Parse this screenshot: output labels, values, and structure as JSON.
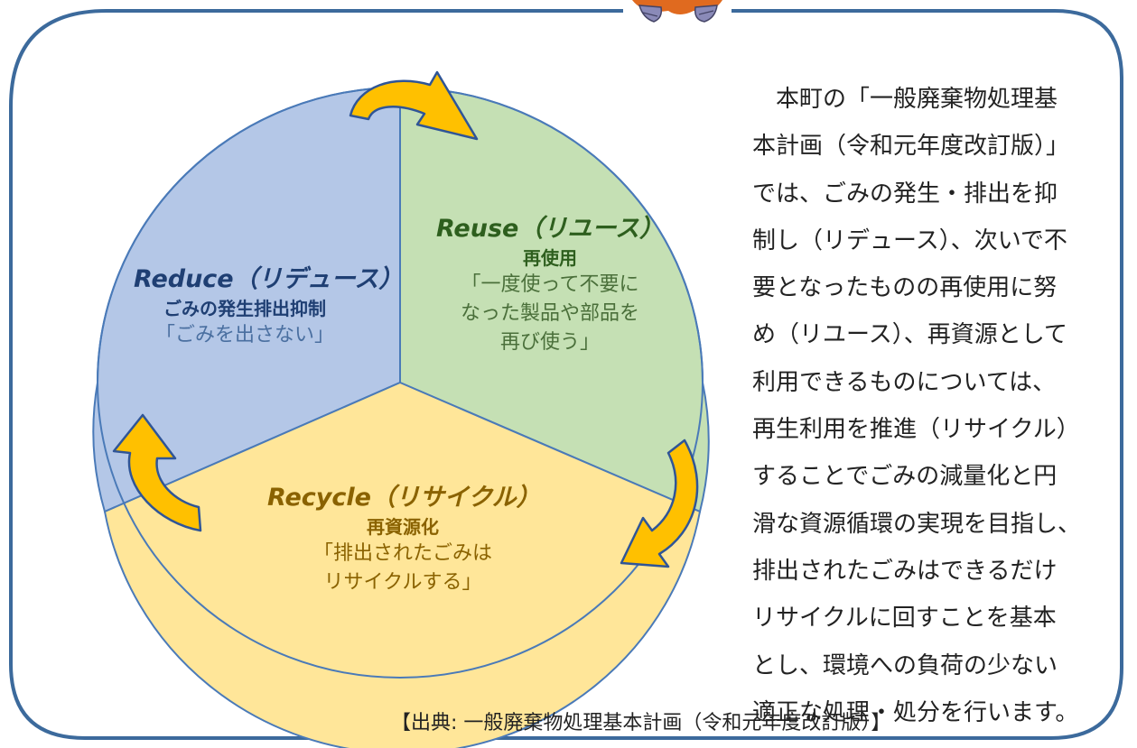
{
  "colors": {
    "frame_stroke": "#3c6a9c",
    "reduce_fill": "#b4c7e7",
    "reuse_fill": "#c5e0b4",
    "recycle_fill": "#ffe699",
    "segment_stroke": "#4a7ab8",
    "arrow_fill": "#ffc000",
    "arrow_stroke": "#2f5597",
    "reduce_title": "#1f3f73",
    "reduce_desc": "#4a6fa0",
    "reuse_title": "#2e5f1e",
    "reuse_desc": "#4a6f3a",
    "recycle_title": "#8a6200",
    "recycle_desc": "#8a6200",
    "mascot_hair": "#e06a1f",
    "mascot_foot": "#8a8ab8"
  },
  "diagram": {
    "reduce": {
      "title": "Reduce（リデュース）",
      "subtitle": "ごみの発生排出抑制",
      "desc": [
        "「ごみを出さない」"
      ]
    },
    "reuse": {
      "title": "Reuse（リユース）",
      "subtitle": "再使用",
      "desc": [
        "「一度使って不要に",
        "なった製品や部品を",
        "再び使う」"
      ]
    },
    "recycle": {
      "title": "Recycle（リサイクル）",
      "subtitle": "再資源化",
      "desc": [
        "「排出されたごみは",
        "リサイクルする」"
      ]
    },
    "arrow_icons": [
      "circular-arrow-icon",
      "circular-arrow-icon",
      "circular-arrow-icon"
    ]
  },
  "explanation": {
    "lines": [
      "本町の「一般廃棄物処理基",
      "本計画（令和元年度改訂版）」",
      "では、ごみの発生・排出を抑",
      "制し（リデュース）、次いで不",
      "要となったものの再使用に努",
      "め（リユース）、再資源として",
      "利用できるものについては、",
      "再生利用を推進（リサイクル）",
      "することでごみの減量化と円",
      "滑な資源循環の実現を目指し、",
      "排出されたごみはできるだけ",
      "リサイクルに回すことを基本",
      "とし、環境への負荷の少ない",
      "適正な処理・処分を行います。"
    ]
  },
  "source": "【出典: 一般廃棄物処理基本計画（令和元年度改訂版）】"
}
